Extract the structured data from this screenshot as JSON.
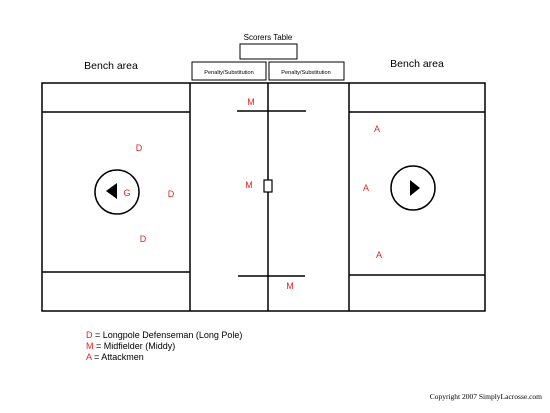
{
  "scorers_table": {
    "label": "Scorers Table"
  },
  "penalty_boxes": [
    {
      "label": "Penalty/Substitution"
    },
    {
      "label": "Penalty/Substitution"
    }
  ],
  "bench_left": {
    "label": "Bench area"
  },
  "bench_right": {
    "label": "Bench area"
  },
  "players": {
    "goalie": "G",
    "defense_top": "D",
    "defense_mid": "D",
    "defense_bottom": "D",
    "mid_top": "M",
    "mid_center": "M",
    "mid_bottom": "M",
    "attack_top": "A",
    "attack_mid": "A",
    "attack_bottom": "A"
  },
  "legend": [
    {
      "letter": "D",
      "text": " = Longpole Defenseman (Long Pole)"
    },
    {
      "letter": "M",
      "text": " = Midfielder (Middy)"
    },
    {
      "letter": "A",
      "text": " = Attackmen"
    }
  ],
  "copyright": "Copyright 2007 SimplyLacrosse.com",
  "colors": {
    "player_letters": "#e0241b",
    "lines": "#000000"
  }
}
